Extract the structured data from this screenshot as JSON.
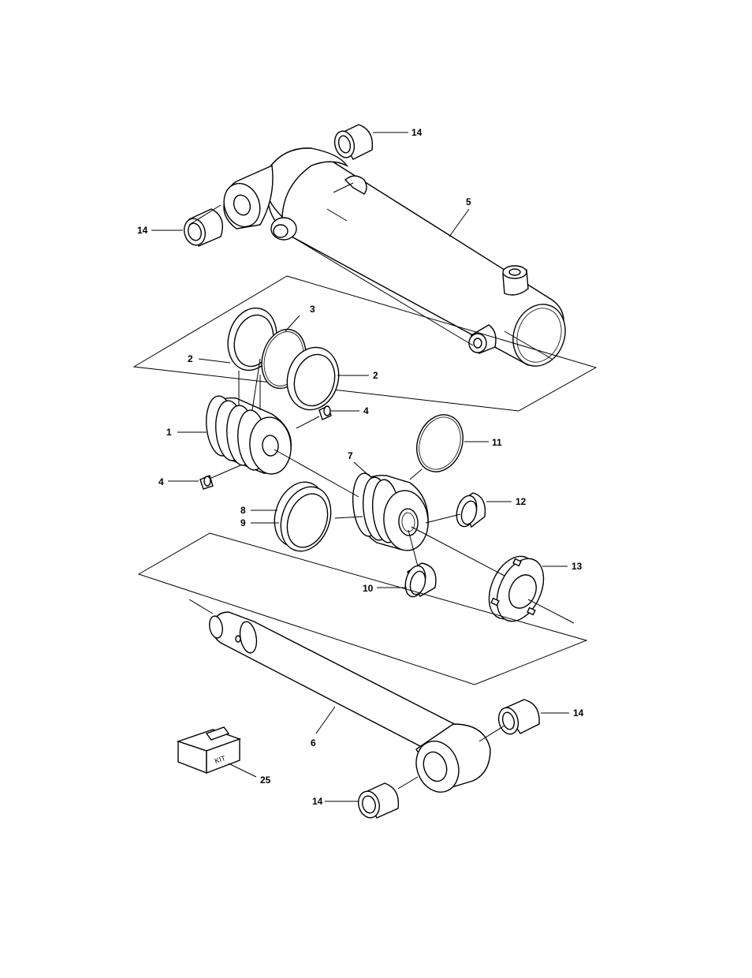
{
  "callouts": {
    "c14a": "14",
    "c14b": "14",
    "c5": "5",
    "c3": "3",
    "c2a": "2",
    "c2b": "2",
    "c4a": "4",
    "c1": "1",
    "c11": "11",
    "c7": "7",
    "c4b": "4",
    "c12": "12",
    "c8": "8",
    "c9": "9",
    "c13": "13",
    "c10": "10",
    "c14c": "14",
    "c6": "6",
    "c25": "25",
    "c14d": "14"
  },
  "kit_box": {
    "label": "KIT"
  }
}
